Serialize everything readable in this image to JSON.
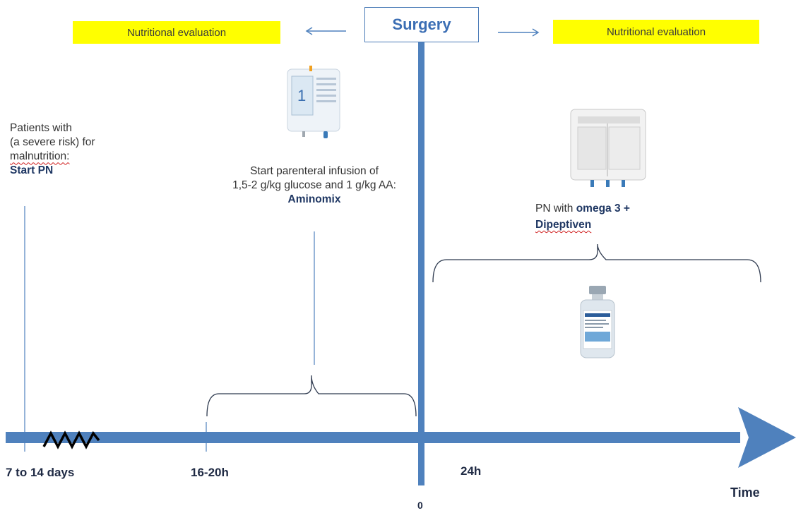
{
  "header": {
    "surgery": "Surgery",
    "left_eval": "Nutritional evaluation",
    "right_eval": "Nutritional evaluation"
  },
  "notes": {
    "patients_line1": "Patients with",
    "patients_line2": "(a severe risk) for",
    "patients_line3": "malnutrition:",
    "patients_line4": "Start PN",
    "infusion_line1": "Start parenteral infusion of",
    "infusion_line2": "1,5-2 g/kg glucose and 1 g/kg AA:",
    "infusion_line3": "Aminomix",
    "pn_line1_prefix": "PN with ",
    "pn_line1_bold": "omega 3 +",
    "pn_line2": "Dipeptiven"
  },
  "axis": {
    "tick_7_14": "7 to 14 days",
    "tick_16_20": "16-20h",
    "tick_24": "24h",
    "zero": "0",
    "time_label": "Time"
  },
  "colors": {
    "axis_blue": "#4f81bd",
    "highlight_yellow": "#ffff00",
    "surgery_blue": "#3b6eb4"
  }
}
